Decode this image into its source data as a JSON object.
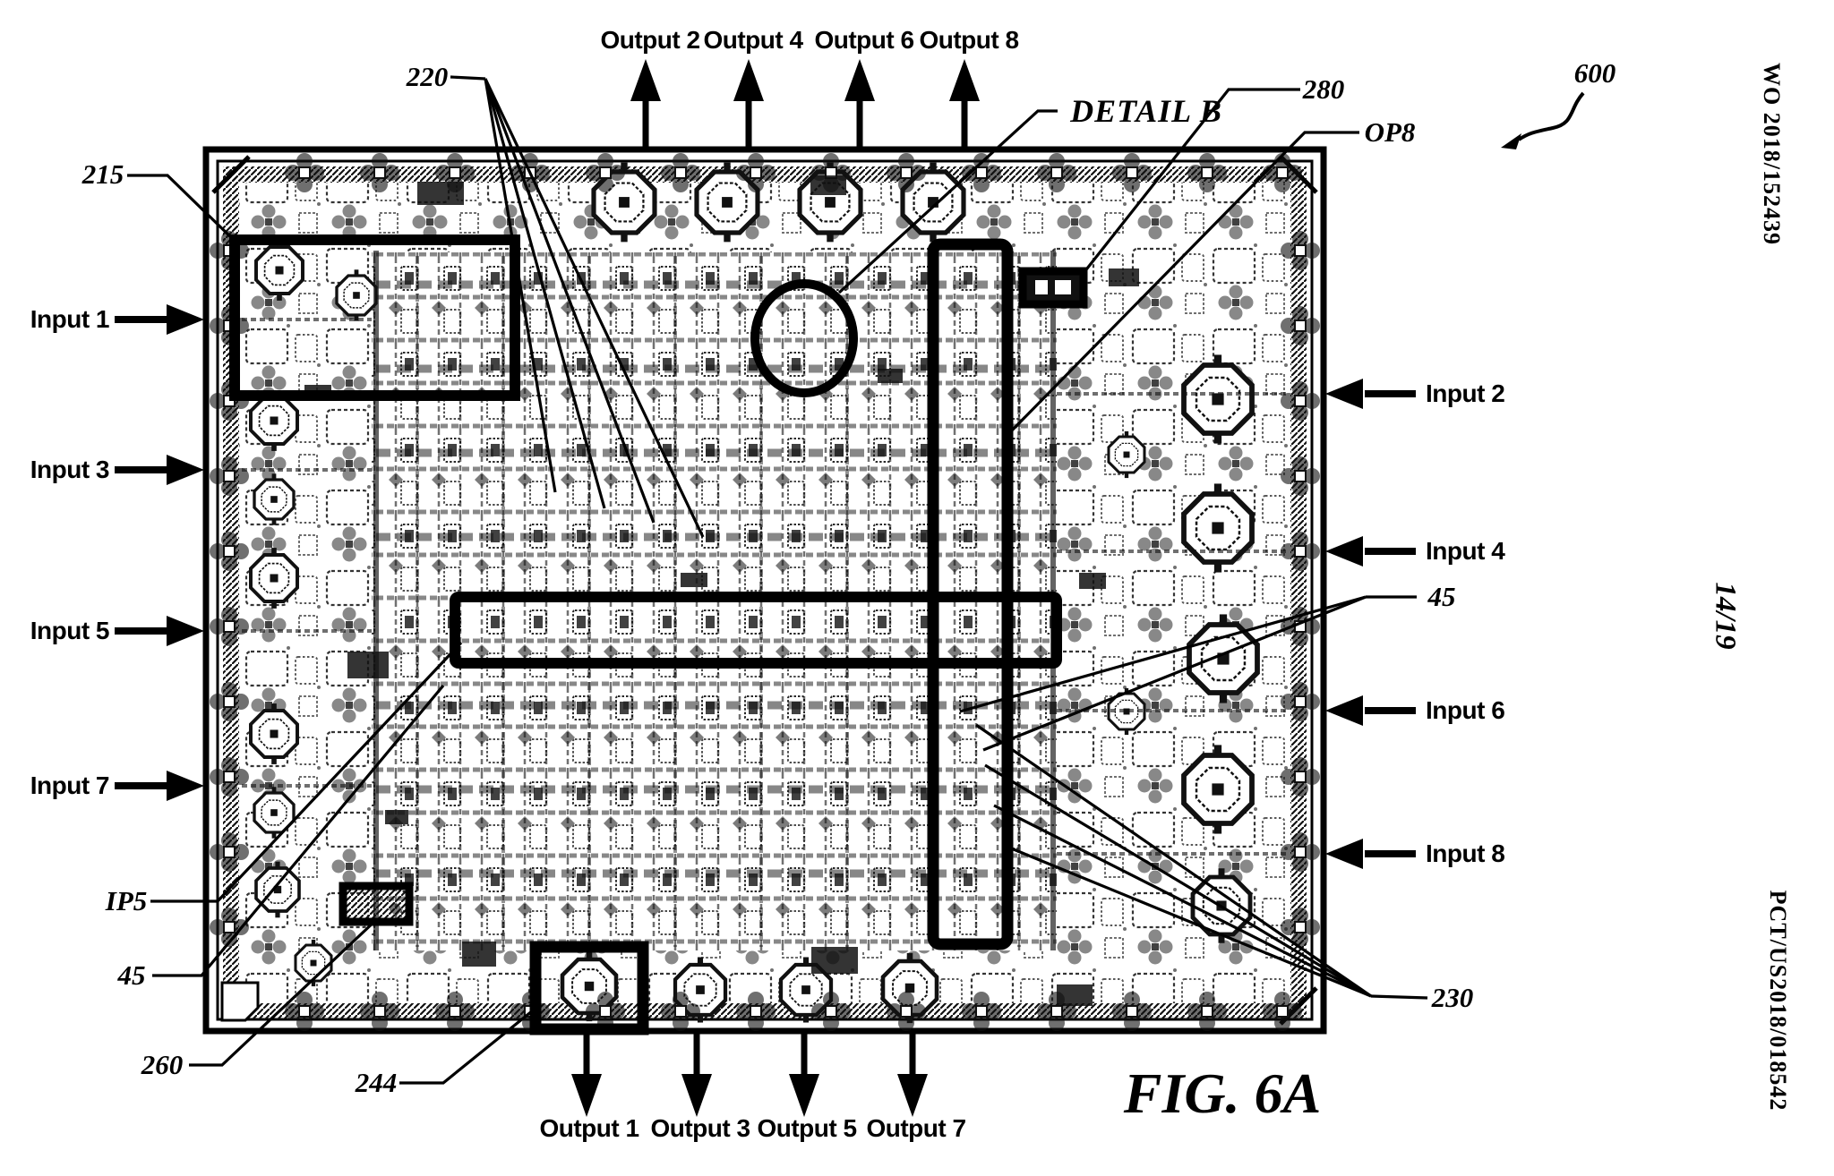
{
  "page": {
    "fig_label": "FIG. 6A",
    "sheet_number": "14/19",
    "pub_number": "WO 2018/152439",
    "app_number": "PCT/US2018/018542"
  },
  "refs": {
    "r600": "600",
    "r215": "215",
    "r220": "220",
    "detail_b": "DETAIL B",
    "r280": "280",
    "op8": "OP8",
    "r45_right": "45",
    "r230": "230",
    "ip5": "IP5",
    "r45_left": "45",
    "r260": "260",
    "r244": "244"
  },
  "inputs": {
    "left": [
      "Input 1",
      "Input 3",
      "Input 5",
      "Input 7"
    ],
    "right": [
      "Input 2",
      "Input 4",
      "Input 6",
      "Input 8"
    ]
  },
  "outputs": {
    "top": [
      "Output 2",
      "Output 4",
      "Output 6",
      "Output 8"
    ],
    "bottom": [
      "Output 1",
      "Output 3",
      "Output 5",
      "Output 7"
    ]
  },
  "colors": {
    "ink": "#000000",
    "paper": "#ffffff"
  }
}
